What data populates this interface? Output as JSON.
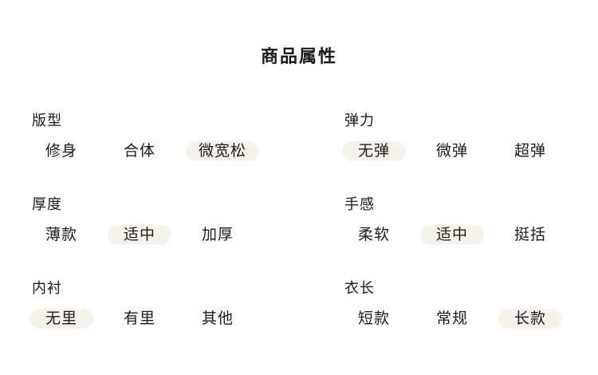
{
  "title": "商品属性",
  "colors": {
    "highlight": "#f6f3ec",
    "text": "#1c1c1c"
  },
  "columns": [
    {
      "groups": [
        {
          "label": "版型",
          "options": [
            {
              "text": "修身",
              "selected": false
            },
            {
              "text": "合体",
              "selected": false
            },
            {
              "text": "微宽松",
              "selected": true
            }
          ]
        },
        {
          "label": "厚度",
          "options": [
            {
              "text": "薄款",
              "selected": false
            },
            {
              "text": "适中",
              "selected": true
            },
            {
              "text": "加厚",
              "selected": false
            }
          ]
        },
        {
          "label": "内衬",
          "options": [
            {
              "text": "无里",
              "selected": true
            },
            {
              "text": "有里",
              "selected": false
            },
            {
              "text": "其他",
              "selected": false
            }
          ]
        }
      ]
    },
    {
      "groups": [
        {
          "label": "弹力",
          "options": [
            {
              "text": "无弹",
              "selected": true
            },
            {
              "text": "微弹",
              "selected": false
            },
            {
              "text": "超弹",
              "selected": false
            }
          ]
        },
        {
          "label": "手感",
          "options": [
            {
              "text": "柔软",
              "selected": false
            },
            {
              "text": "适中",
              "selected": true
            },
            {
              "text": "挺括",
              "selected": false
            }
          ]
        },
        {
          "label": "衣长",
          "options": [
            {
              "text": "短款",
              "selected": false
            },
            {
              "text": "常规",
              "selected": false
            },
            {
              "text": "长款",
              "selected": true
            }
          ]
        }
      ]
    }
  ]
}
